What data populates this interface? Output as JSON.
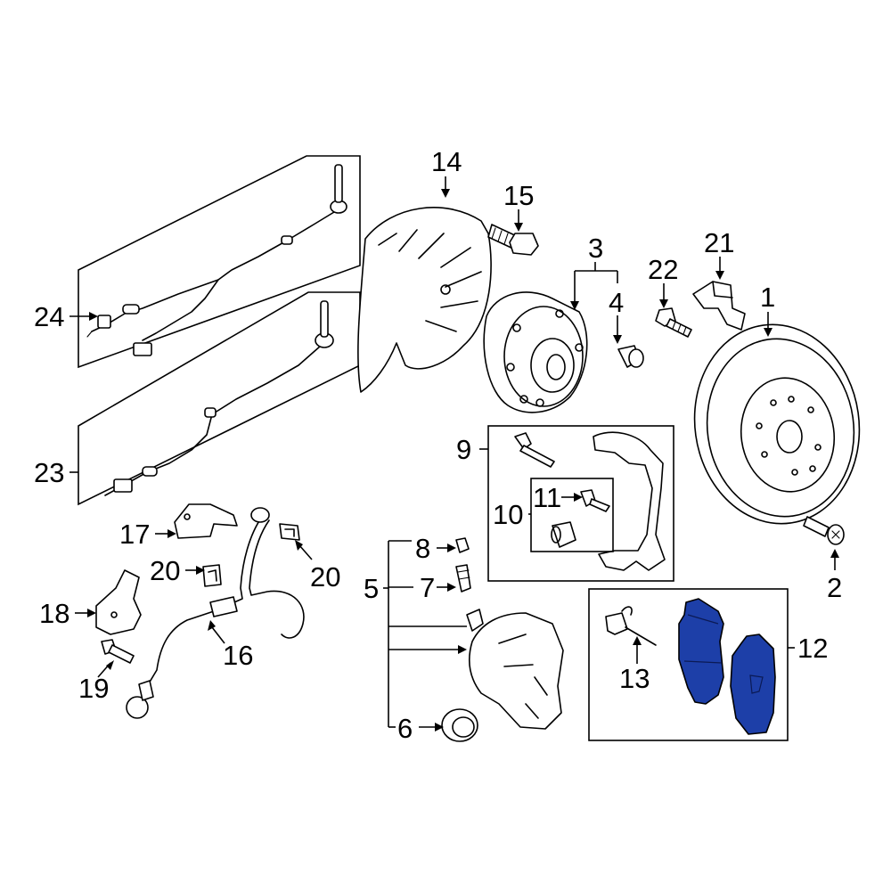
{
  "diagram": {
    "callouts": [
      {
        "id": "c1",
        "label": "1"
      },
      {
        "id": "c2",
        "label": "2"
      },
      {
        "id": "c3",
        "label": "3"
      },
      {
        "id": "c4",
        "label": "4"
      },
      {
        "id": "c5",
        "label": "5"
      },
      {
        "id": "c6",
        "label": "6"
      },
      {
        "id": "c7",
        "label": "7"
      },
      {
        "id": "c8",
        "label": "8"
      },
      {
        "id": "c9",
        "label": "9"
      },
      {
        "id": "c10",
        "label": "10"
      },
      {
        "id": "c11",
        "label": "11"
      },
      {
        "id": "c12",
        "label": "12"
      },
      {
        "id": "c13",
        "label": "13"
      },
      {
        "id": "c14",
        "label": "14"
      },
      {
        "id": "c15",
        "label": "15"
      },
      {
        "id": "c16",
        "label": "16"
      },
      {
        "id": "c17",
        "label": "17"
      },
      {
        "id": "c18",
        "label": "18"
      },
      {
        "id": "c19",
        "label": "19"
      },
      {
        "id": "c20a",
        "label": "20"
      },
      {
        "id": "c20b",
        "label": "20"
      },
      {
        "id": "c21",
        "label": "21"
      },
      {
        "id": "c22",
        "label": "22"
      },
      {
        "id": "c23",
        "label": "23"
      },
      {
        "id": "c24",
        "label": "24"
      }
    ],
    "highlight_color": "#1d3fa8"
  }
}
